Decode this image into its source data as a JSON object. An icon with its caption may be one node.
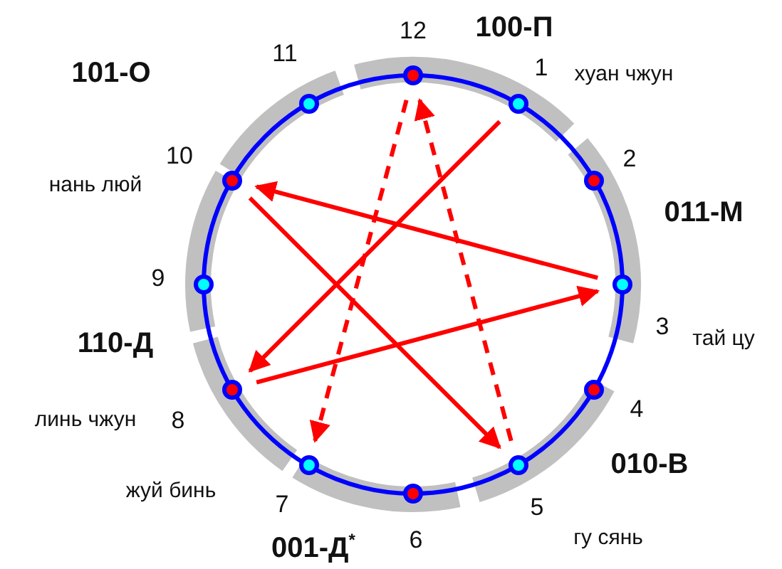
{
  "diagram": {
    "nodes": [
      {
        "text": [],
        "shape": "circle",
        "beside": [
          "1",
          "хуан чжун"
        ]
      },
      {
        "text": [],
        "shape": "circle",
        "beside": [
          "2"
        ]
      },
      {
        "text": [],
        "shape": "circle",
        "beside": [
          "3",
          "тай цу"
        ]
      },
      {
        "text": [],
        "shape": "circle",
        "beside": [
          "4"
        ]
      },
      {
        "text": [],
        "shape": "circle",
        "beside": [
          "5",
          "гу сянь"
        ]
      },
      {
        "text": [],
        "shape": "circle",
        "beside": [
          "6"
        ]
      },
      {
        "text": [],
        "shape": "circle",
        "beside": [
          "7",
          "жуй бинь"
        ]
      },
      {
        "text": [],
        "shape": "circle",
        "beside": [
          "8",
          "линь чжун"
        ]
      },
      {
        "text": [],
        "shape": "circle",
        "beside": [
          "9"
        ]
      },
      {
        "text": [],
        "shape": "circle",
        "beside": [
          "10",
          "нань люй"
        ]
      },
      {
        "text": [],
        "shape": "circle",
        "beside": [
          "11"
        ]
      },
      {
        "text": [],
        "shape": "circle",
        "beside": [
          "12"
        ]
      }
    ],
    "edges": [
      {
        "from": 0,
        "to": 7,
        "arrow": "to"
      },
      {
        "from": 7,
        "to": 2,
        "arrow": "to"
      },
      {
        "from": 2,
        "to": 9,
        "arrow": "to"
      },
      {
        "from": 9,
        "to": 4,
        "arrow": "to"
      },
      {
        "from": 4,
        "to": 11,
        "arrow": "to",
        "style": "dashed"
      },
      {
        "from": 11,
        "to": 6,
        "arrow": "to",
        "style": "dashed"
      }
    ],
    "labels": [
      "100-П",
      "101-О",
      "011-М",
      "110-Д",
      "010-В",
      "001-Д$^{*}$"
    ]
  }
}
